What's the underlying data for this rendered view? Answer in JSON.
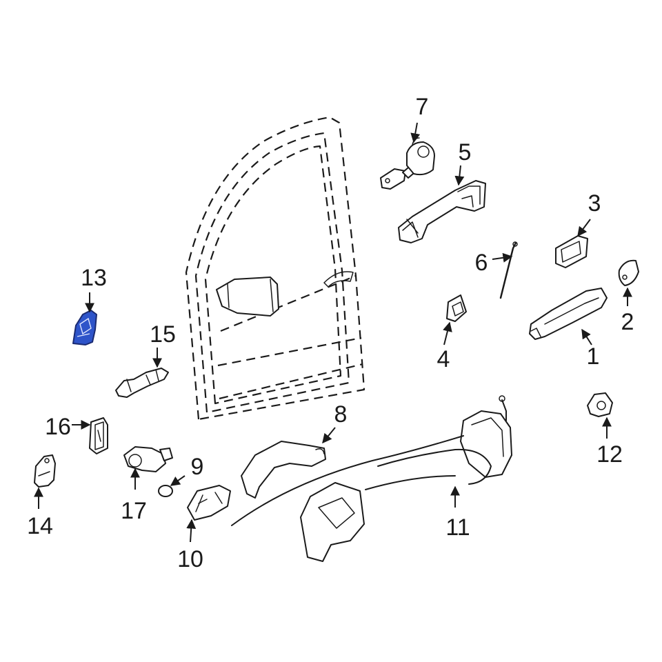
{
  "colors": {
    "highlight": "#2e54c9",
    "line": "#1a1a1a",
    "background": "#ffffff"
  },
  "callouts": {
    "c1": "1",
    "c2": "2",
    "c3": "3",
    "c4": "4",
    "c5": "5",
    "c6": "6",
    "c7": "7",
    "c8": "8",
    "c9": "9",
    "c10": "10",
    "c11": "11",
    "c12": "12",
    "c13": "13",
    "c14": "14",
    "c15": "15",
    "c16": "16",
    "c17": "17"
  },
  "highlighted_part": "13"
}
